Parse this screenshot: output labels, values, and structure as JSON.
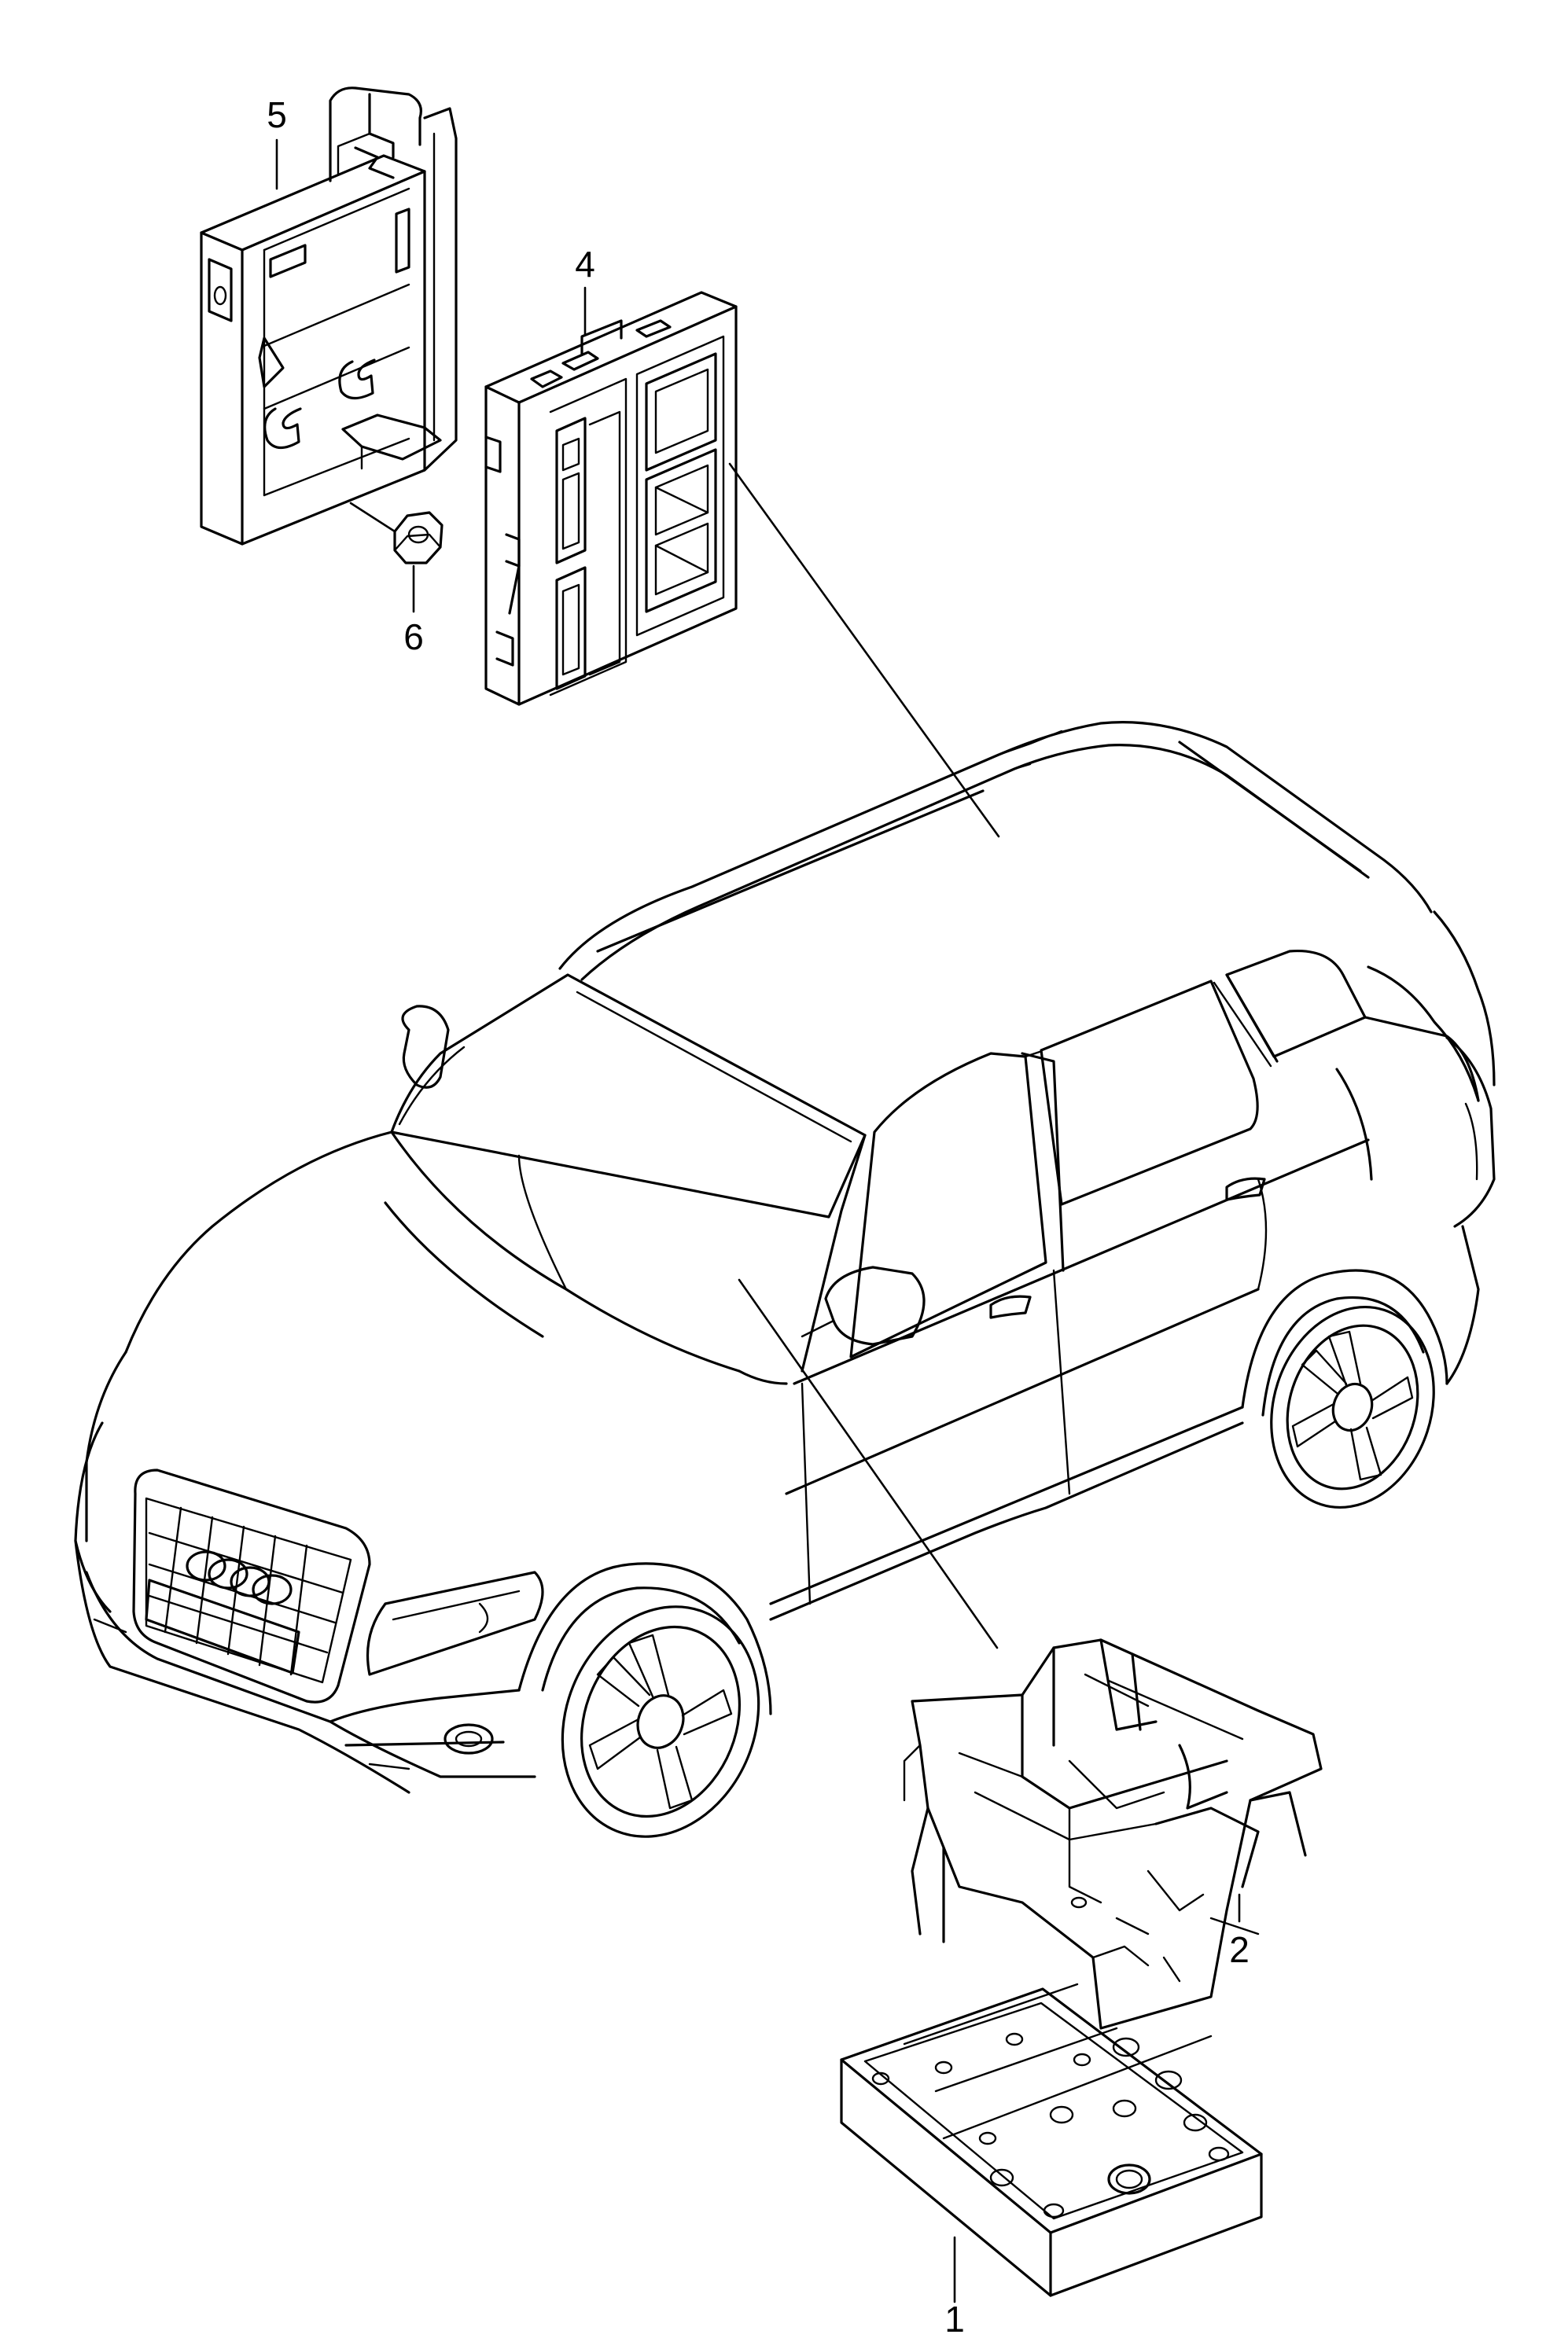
{
  "diagram": {
    "callouts": {
      "part_1": "1",
      "part_2": "2",
      "part_4": "4",
      "part_5": "5",
      "part_6": "6"
    },
    "line_color": "#000000",
    "background_color": "#ffffff"
  }
}
